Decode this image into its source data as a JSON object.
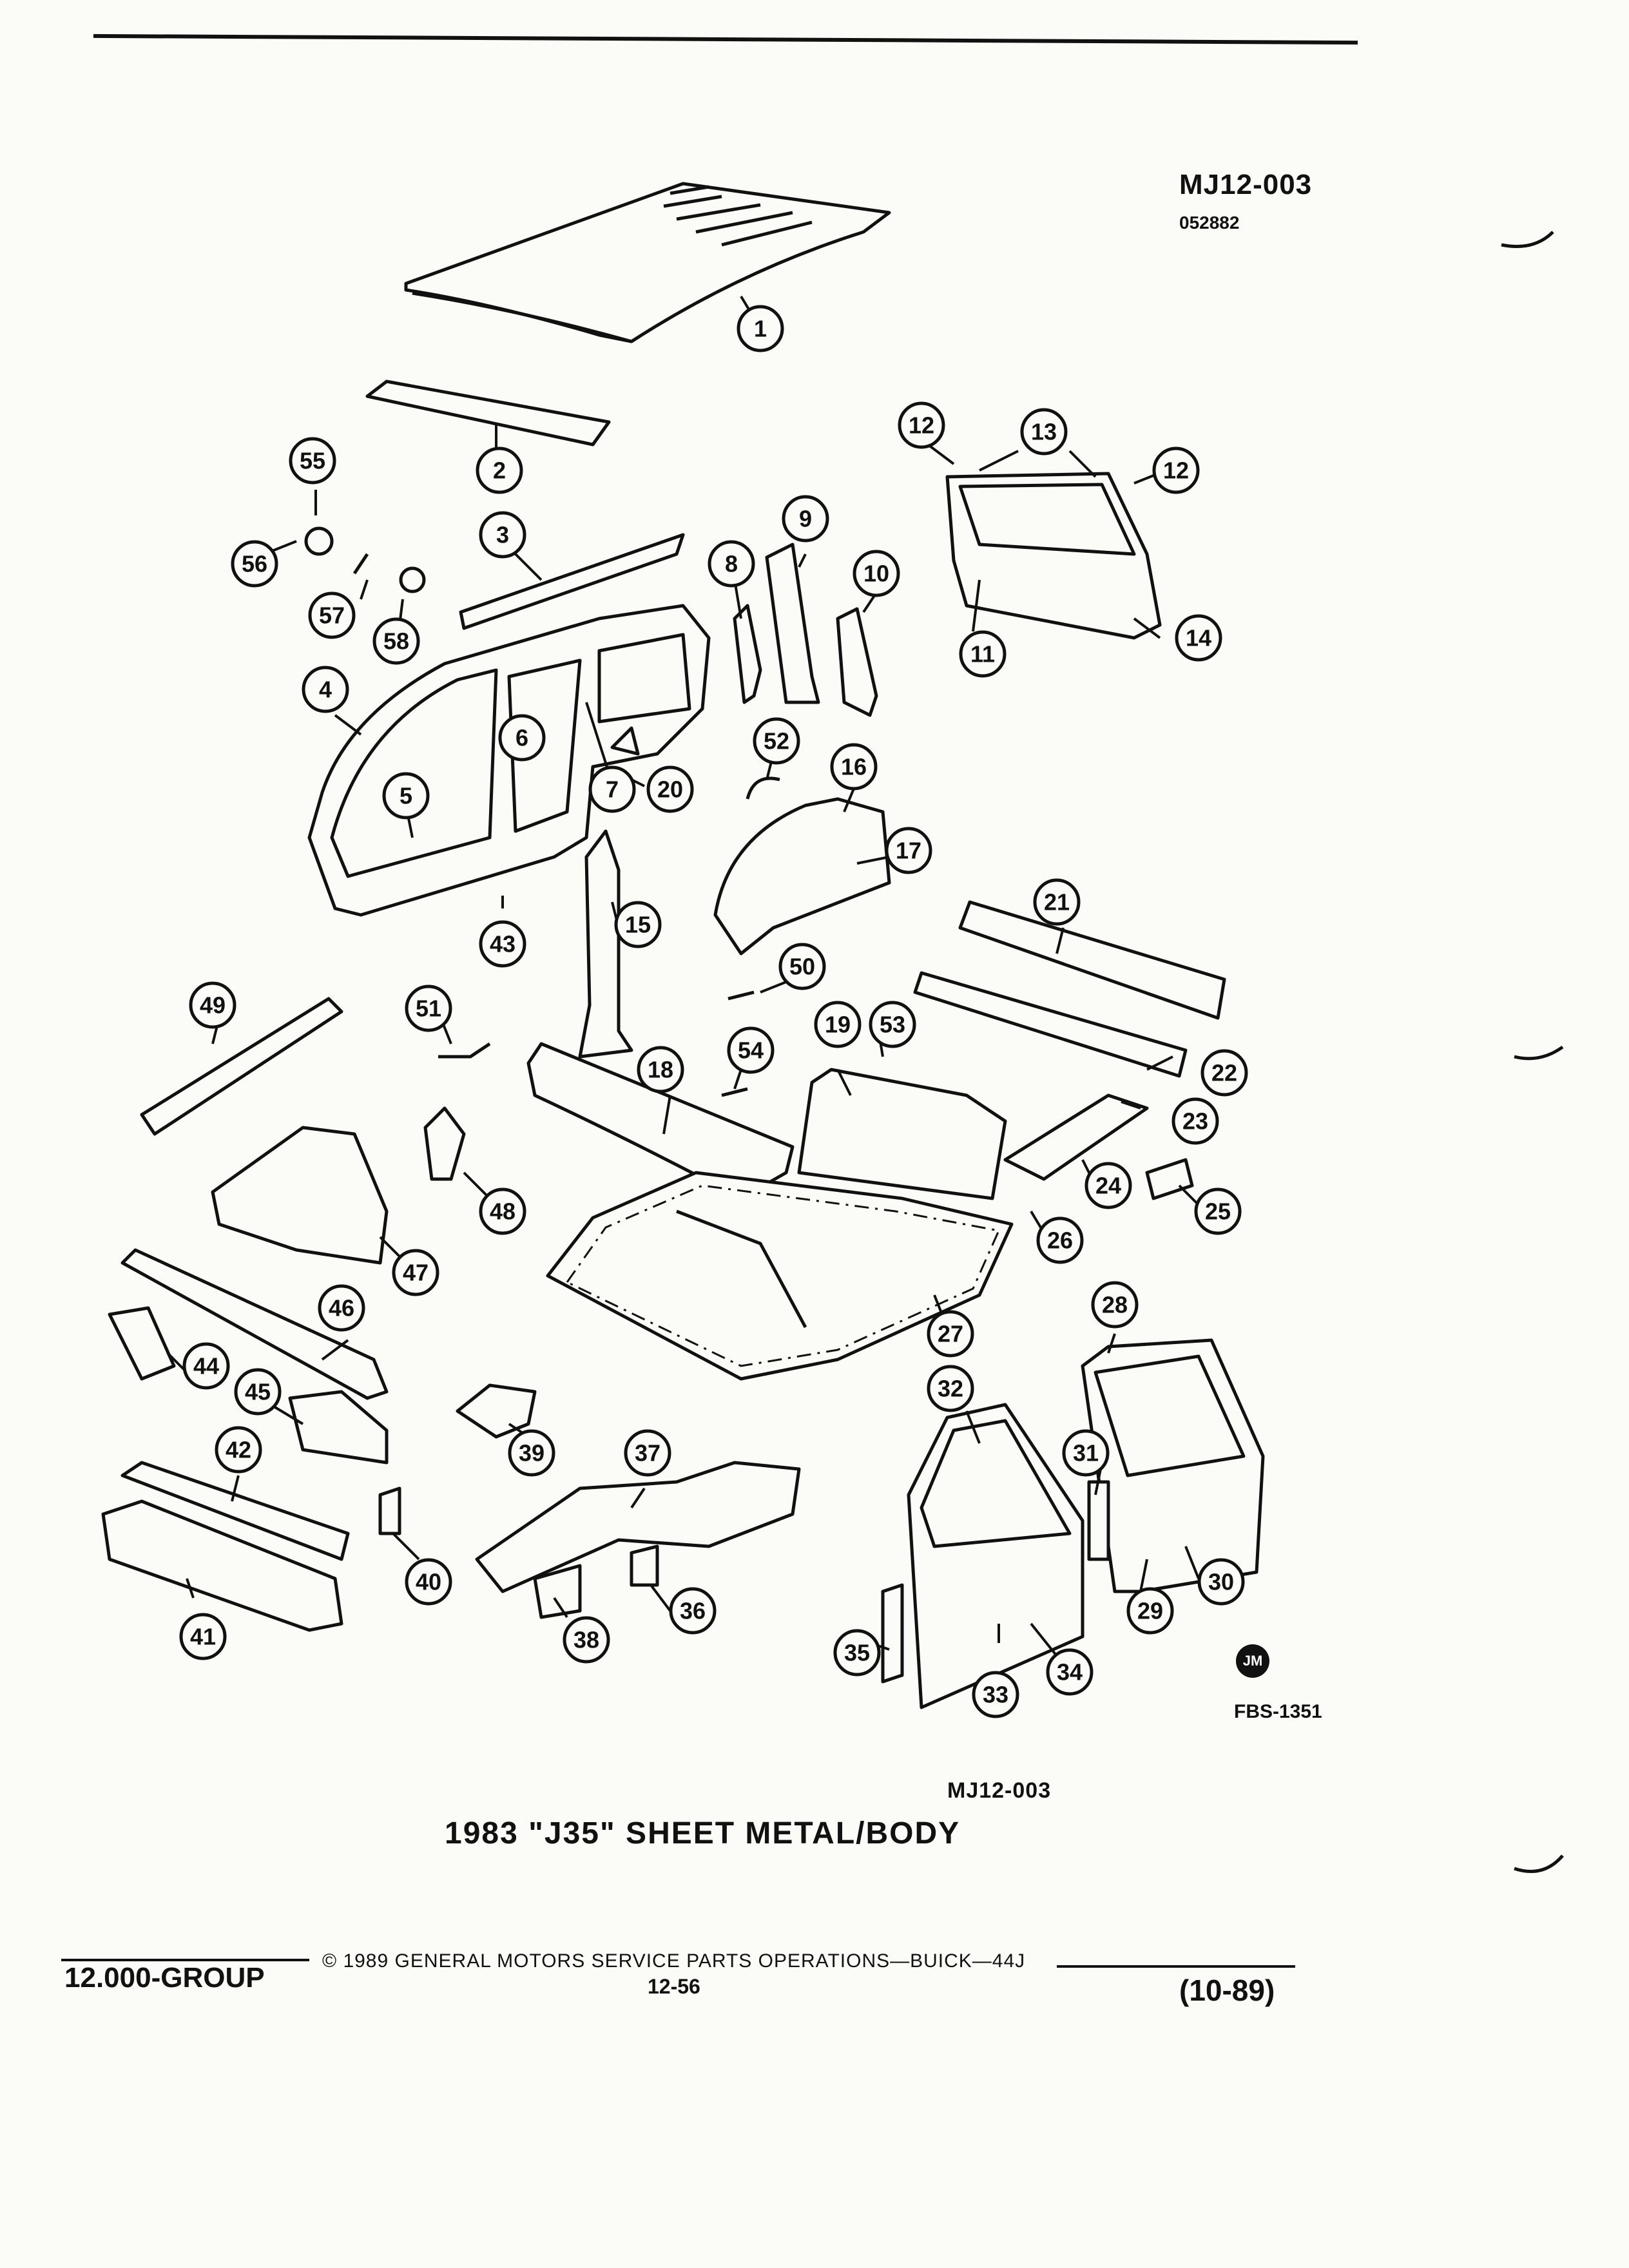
{
  "header": {
    "code": "MJ12-003",
    "sub": "052882"
  },
  "diagram": {
    "ref": "FBS-1351",
    "badge": "JM",
    "callouts": [
      "1",
      "2",
      "3",
      "4",
      "5",
      "6",
      "7",
      "8",
      "9",
      "10",
      "11",
      "12",
      "12",
      "13",
      "14",
      "15",
      "16",
      "17",
      "18",
      "19",
      "20",
      "21",
      "22",
      "23",
      "24",
      "25",
      "26",
      "27",
      "28",
      "29",
      "30",
      "31",
      "32",
      "33",
      "34",
      "35",
      "36",
      "37",
      "38",
      "39",
      "40",
      "41",
      "42",
      "43",
      "44",
      "45",
      "46",
      "47",
      "48",
      "49",
      "50",
      "51",
      "52",
      "53",
      "54",
      "55",
      "56",
      "57",
      "58"
    ]
  },
  "caption": {
    "code": "MJ12-003",
    "title": "1983 \"J35\" SHEET METAL/BODY"
  },
  "footer": {
    "group": "12.000-GROUP",
    "copyright": "© 1989 GENERAL MOTORS SERVICE PARTS OPERATIONS—BUICK—44J",
    "page": "12-56",
    "date": "(10-89)"
  }
}
